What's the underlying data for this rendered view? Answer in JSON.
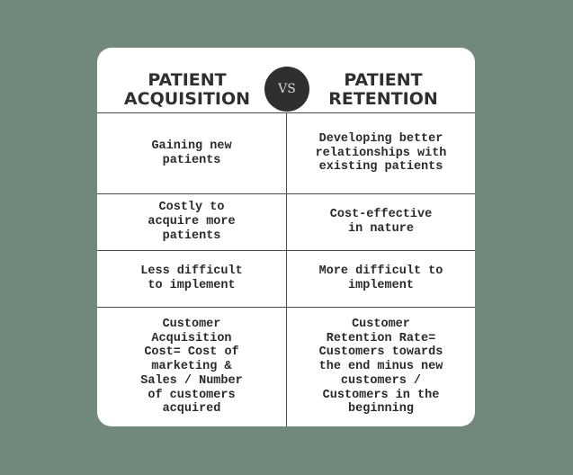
{
  "header": {
    "left_title": "PATIENT\nACQUISITION",
    "vs_label": "VS",
    "right_title": "PATIENT\nRETENTION"
  },
  "rows": [
    {
      "left": "Gaining new\npatients",
      "right": "Developing better\nrelationships with\nexisting patients"
    },
    {
      "left": "Costly to\nacquire more\npatients",
      "right": "Cost-effective\nin nature"
    },
    {
      "left": "Less difficult\nto implement",
      "right": "More difficult to\nimplement"
    },
    {
      "left": "Customer\nAcquisition\nCost= Cost of\nmarketing &\nSales / Number\nof customers\nacquired",
      "right": "Customer\nRetention Rate=\nCustomers towards\nthe end minus new\ncustomers /\nCustomers in the\nbeginning"
    }
  ],
  "colors": {
    "background": "#72887a",
    "card": "#ffffff",
    "text": "#2a2a2a",
    "vs_circle": "#2f2f2f"
  }
}
